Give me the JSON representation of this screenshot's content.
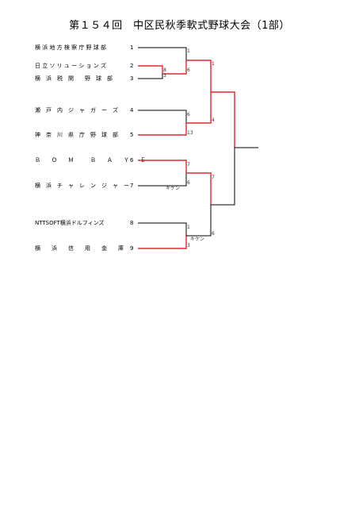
{
  "title": "第１５４回　中区民秋季軟式野球大会（1部）",
  "teams": [
    {
      "seed": "1",
      "name": "横 浜 地 方 検 察 庁 野 球 部"
    },
    {
      "seed": "2",
      "name": "日 立 ソ リ ュ ー シ ョ ン ズ"
    },
    {
      "seed": "3",
      "name": "横　浜　税　関　　野　球　部"
    },
    {
      "seed": "4",
      "name": "瀬　戸　内　ジ　ャ　ガ　ー　ズ"
    },
    {
      "seed": "5",
      "name": "神　奈　川　県　庁　野　球　部"
    },
    {
      "seed": "6",
      "name": "Ｂ　　Ｏ　　Ｍ　　　Ｂ　　Ａ　　Ｙ　　Ｅ"
    },
    {
      "seed": "7",
      "name": "横　浜　チ　ャ　レ　ン　ジ　ャ　ー"
    },
    {
      "seed": "8",
      "name": "NTTSOFT横浜ドルフィンズ"
    },
    {
      "seed": "9",
      "name": "横　　浜　　信　　用　　金　　庫"
    }
  ],
  "scores": {
    "r1_2v3_top": "8",
    "r1_2v3_bot": "3",
    "r2_1v23_top": "1",
    "r2_1v23_bot": "6",
    "r2_4v5_top": "6",
    "r2_4v5_bot": "13",
    "r2_6v7_top": "7",
    "r2_6v7_bot": "6",
    "r2_8v9_top": "1",
    "r2_8v9_bot": "3",
    "sf_top_a": "1",
    "sf_top_b": "4",
    "sf_bot_a": "7",
    "sf_bot_b": "6"
  },
  "notes": {
    "forfeit_7": "キケン",
    "forfeit_8": "キケン"
  },
  "colors": {
    "winner_line": "#e0282e",
    "loser_line": "#000000"
  }
}
